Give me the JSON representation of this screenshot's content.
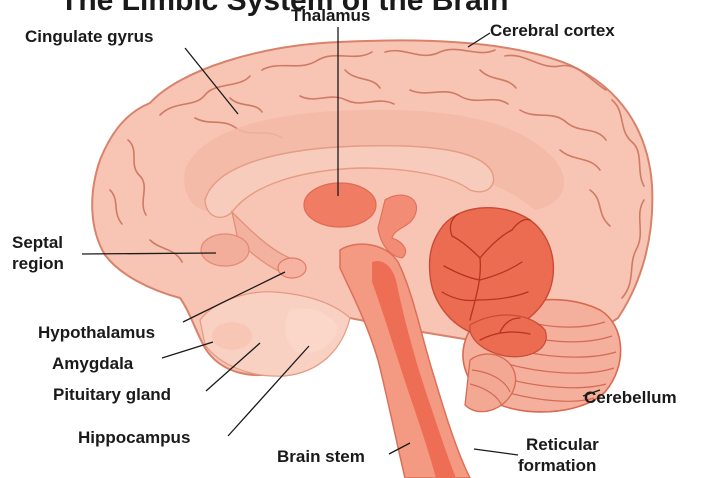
{
  "title": "The Limbic System of the Brain",
  "labels": {
    "thalamus": "Thalamus",
    "cingulate_gyrus": "Cingulate gyrus",
    "cerebral_cortex": "Cerebral cortex",
    "septal_region_line1": "Septal",
    "septal_region_line2": "region",
    "hypothalamus": "Hypothalamus",
    "amygdala": "Amygdala",
    "pituitary_gland": "Pituitary gland",
    "hippocampus": "Hippocampus",
    "brain_stem": "Brain stem",
    "cerebellum": "Cerebellum",
    "reticular_formation_line1": "Reticular",
    "reticular_formation_line2": "formation"
  },
  "colors": {
    "cortex_fill": "#f8c5b4",
    "cortex_outline": "#d9826b",
    "inner_band": "#f3b8a6",
    "thalamus": "#f07c63",
    "cerebellum": "#f08a70",
    "cerebellum_core": "#ec6c52",
    "brain_stem": "#f59a82",
    "reticular": "#ec6c52"
  }
}
